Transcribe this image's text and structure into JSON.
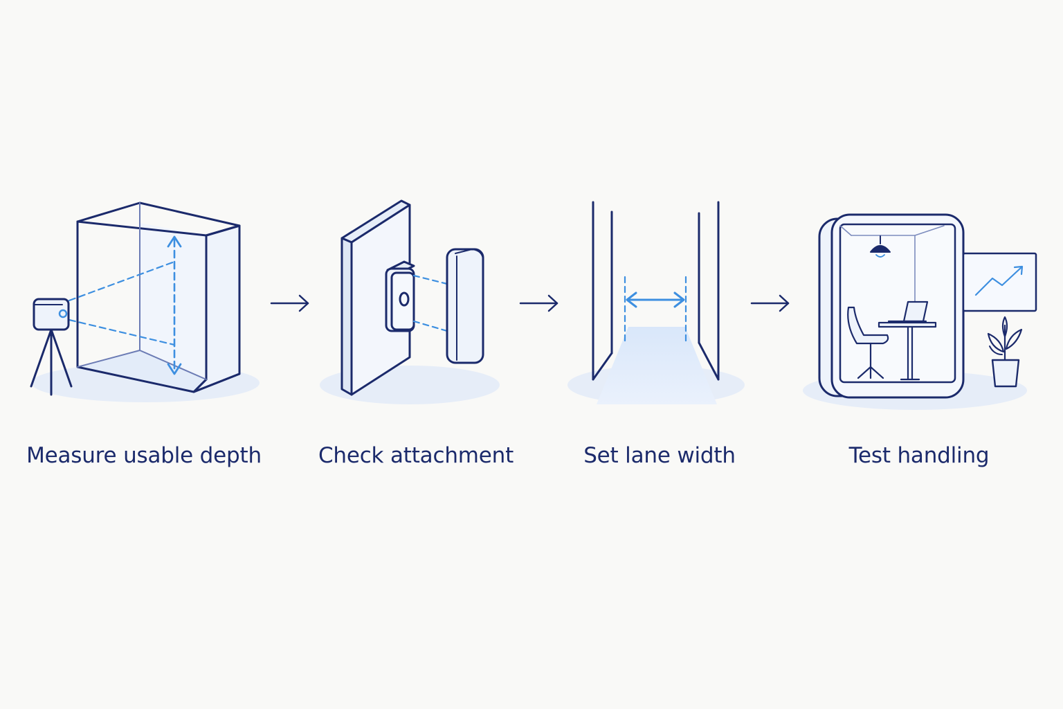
{
  "steps": [
    {
      "label": "Measure usable depth",
      "icon": "depth-measurement-icon"
    },
    {
      "label": "Check attachment",
      "icon": "wall-attachment-icon"
    },
    {
      "label": "Set lane width",
      "icon": "lane-width-icon"
    },
    {
      "label": "Test handling",
      "icon": "office-booth-icon"
    }
  ],
  "connectors": [
    "arrow-right-icon",
    "arrow-right-icon",
    "arrow-right-icon"
  ],
  "colors": {
    "background": "#f9f9f7",
    "line": "#1b2a6b",
    "accent": "#3d8fe0",
    "fill": "#eef3fb",
    "shadow": "#e6edf8"
  }
}
